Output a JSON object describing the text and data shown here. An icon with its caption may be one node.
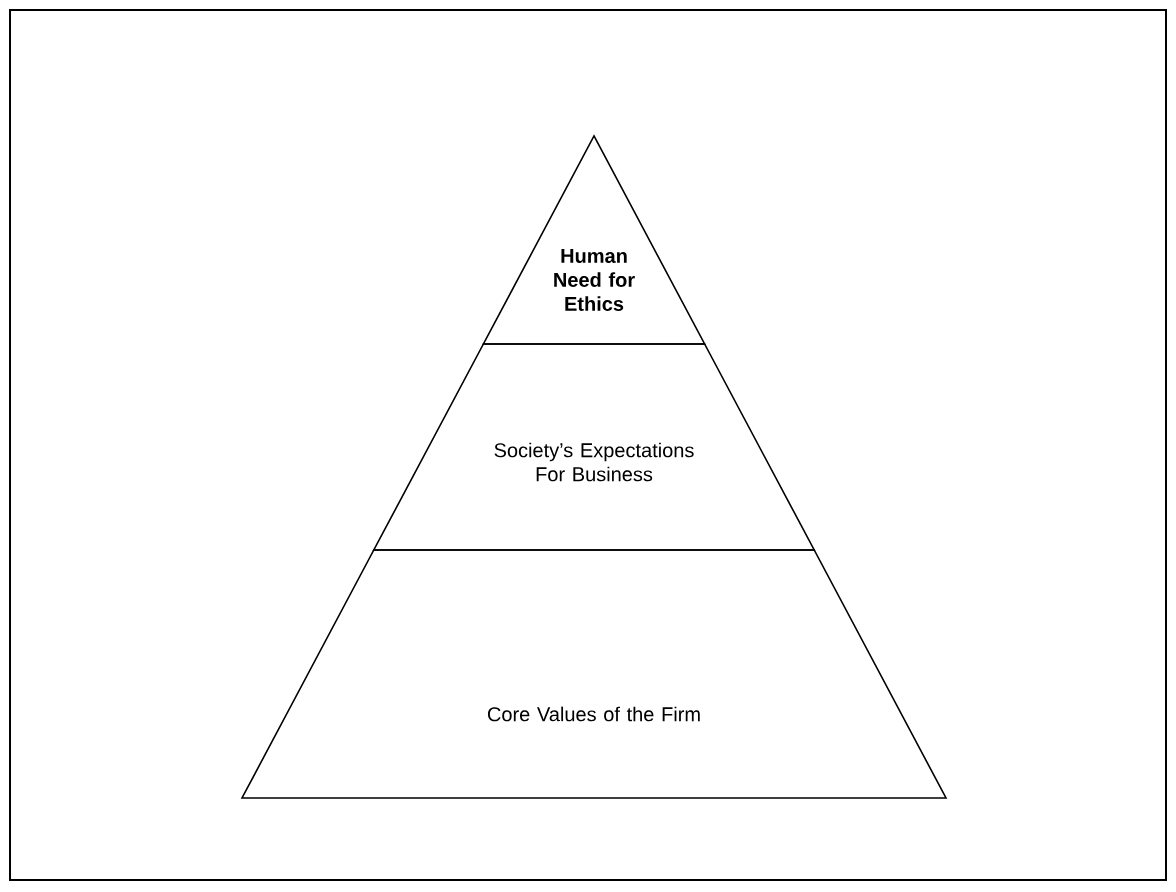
{
  "diagram": {
    "nodes": [
      {
        "text": [
          "Human Need for Ethics"
        ]
      },
      {
        "text": [
          "Society’s Expectations For Business"
        ]
      },
      {
        "text": [
          "Core Values of the Firm"
        ]
      }
    ]
  }
}
